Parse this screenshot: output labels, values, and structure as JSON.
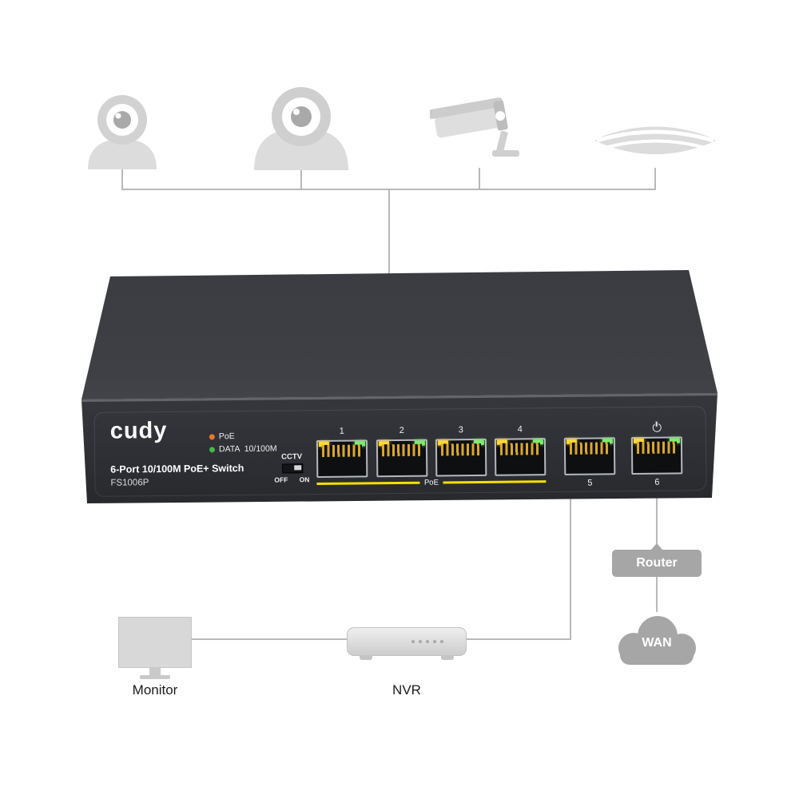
{
  "switch": {
    "brand": "cudy",
    "product_name": "6-Port 10/100M PoE+ Switch",
    "model": "FS1006P",
    "legend": {
      "poe_label": "PoE",
      "data_label": "DATA  10/100M"
    },
    "cctv": {
      "label": "CCTV",
      "off": "OFF",
      "on": "ON"
    },
    "ports": [
      "1",
      "2",
      "3",
      "4",
      "5",
      "6"
    ],
    "poe_group_label": "PoE"
  },
  "bottom": {
    "monitor_label": "Monitor",
    "nvr_label": "NVR",
    "router_label": "Router",
    "wan_label": "WAN"
  },
  "icons": {
    "top_row": [
      "dome-camera-icon",
      "turret-camera-icon",
      "bullet-camera-icon",
      "access-point-icon"
    ],
    "power": "power-icon"
  },
  "colors": {
    "connector_line": "#b9b9b9",
    "device_gray": "#dcdcdc",
    "switch_dark": "#35373c",
    "poe_bar_yellow": "#f7df00",
    "port_led_yellow": "#ffd83a",
    "port_led_green": "#7dec6e",
    "legend_led_orange": "#e8772e",
    "legend_led_green": "#43b94c",
    "callout_gray": "#a6a6a6"
  }
}
